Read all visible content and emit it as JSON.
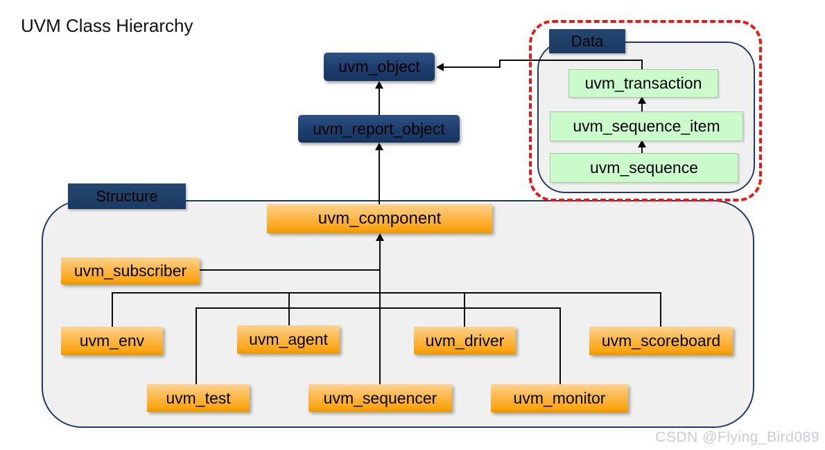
{
  "title": "UVM Class Hierarchy",
  "watermark": "CSDN @Flying_Bird089",
  "groups": {
    "data": {
      "label": "Data"
    },
    "structure": {
      "label": "Structure"
    }
  },
  "nodes": {
    "uvm_object": {
      "label": "uvm_object",
      "category": "base"
    },
    "uvm_report_object": {
      "label": "uvm_report_object",
      "category": "base"
    },
    "uvm_transaction": {
      "label": "uvm_transaction",
      "category": "data"
    },
    "uvm_sequence_item": {
      "label": "uvm_sequence_item",
      "category": "data"
    },
    "uvm_sequence": {
      "label": "uvm_sequence",
      "category": "data"
    },
    "uvm_component": {
      "label": "uvm_component",
      "category": "structure"
    },
    "uvm_subscriber": {
      "label": "uvm_subscriber",
      "category": "structure"
    },
    "uvm_env": {
      "label": "uvm_env",
      "category": "structure"
    },
    "uvm_agent": {
      "label": "uvm_agent",
      "category": "structure"
    },
    "uvm_driver": {
      "label": "uvm_driver",
      "category": "structure"
    },
    "uvm_scoreboard": {
      "label": "uvm_scoreboard",
      "category": "structure"
    },
    "uvm_test": {
      "label": "uvm_test",
      "category": "structure"
    },
    "uvm_sequencer": {
      "label": "uvm_sequencer",
      "category": "structure"
    },
    "uvm_monitor": {
      "label": "uvm_monitor",
      "category": "structure"
    }
  },
  "edges": [
    {
      "from": "uvm_report_object",
      "to": "uvm_object"
    },
    {
      "from": "uvm_transaction",
      "to": "uvm_object"
    },
    {
      "from": "uvm_sequence_item",
      "to": "uvm_transaction"
    },
    {
      "from": "uvm_sequence",
      "to": "uvm_sequence_item"
    },
    {
      "from": "uvm_component",
      "to": "uvm_report_object"
    },
    {
      "from": "uvm_subscriber",
      "to": "uvm_component"
    },
    {
      "from": "uvm_env",
      "to": "uvm_component"
    },
    {
      "from": "uvm_agent",
      "to": "uvm_component"
    },
    {
      "from": "uvm_driver",
      "to": "uvm_component"
    },
    {
      "from": "uvm_scoreboard",
      "to": "uvm_component"
    },
    {
      "from": "uvm_test",
      "to": "uvm_component"
    },
    {
      "from": "uvm_sequencer",
      "to": "uvm_component"
    },
    {
      "from": "uvm_monitor",
      "to": "uvm_component"
    }
  ],
  "colors": {
    "navy_box": "#1c3e6e",
    "orange_box": "#fca617",
    "green_box": "#ccfbcb",
    "container_fill": "#f0f0f0",
    "container_border": "#1f3864",
    "dashed_outline": "#f01414",
    "connector": "#0a0a0a",
    "watermark": "#c9ccd1"
  }
}
